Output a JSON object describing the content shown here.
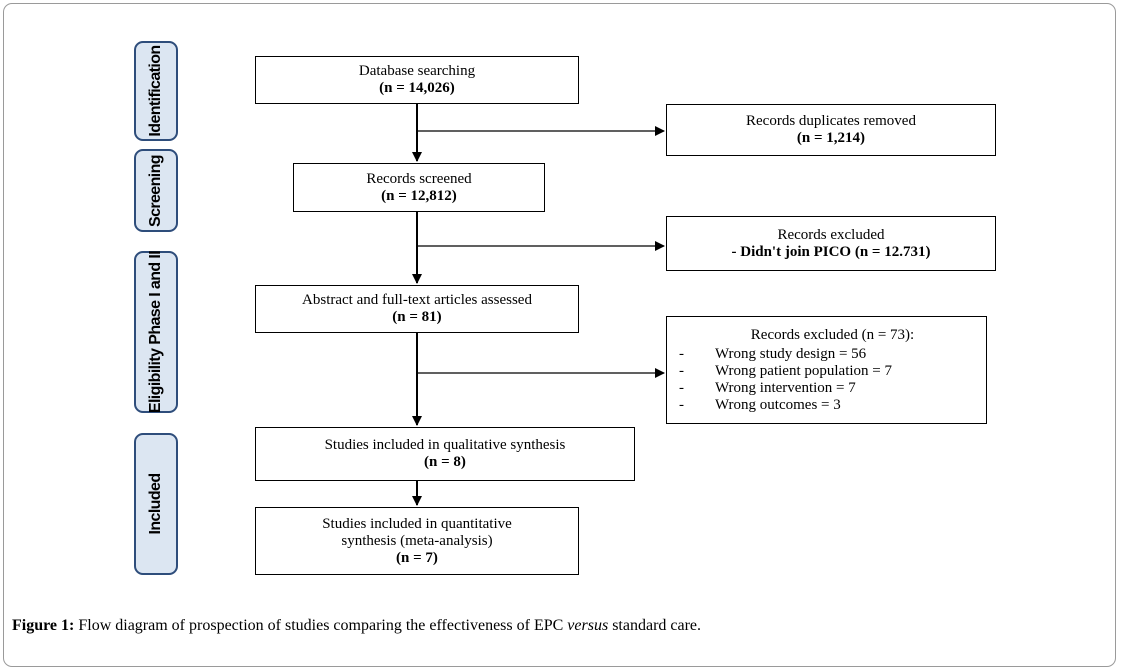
{
  "phases": {
    "identification": "Identification",
    "screening": "Screening",
    "eligibility": "Eligibility Phase I and II",
    "included": "Included"
  },
  "boxes": {
    "database": {
      "title": "Database searching",
      "count": "(n = 14,026)"
    },
    "duplicates": {
      "title": "Records duplicates removed",
      "count": "(n = 1,214)"
    },
    "screened": {
      "title": "Records screened",
      "count": "(n = 12,812)"
    },
    "excluded1": {
      "title": "Records excluded",
      "detail": "- Didn't join PICO (n = 12.731)"
    },
    "assessed": {
      "title": "Abstract and full-text articles assessed",
      "count": "(n = 81)"
    },
    "excluded2": {
      "title": "Records excluded (n = 73):",
      "items": [
        {
          "dash": "-",
          "text": "Wrong study design = 56"
        },
        {
          "dash": "-",
          "text": "Wrong patient population = 7"
        },
        {
          "dash": "-",
          "text": "Wrong intervention = 7"
        },
        {
          "dash": "-",
          "text": "Wrong outcomes = 3"
        }
      ]
    },
    "qualitative": {
      "title": "Studies included in qualitative synthesis",
      "count": "(n = 8)"
    },
    "quantitative": {
      "line1": "Studies included in quantitative",
      "line2": "synthesis (meta-analysis)",
      "count": "(n = 7)"
    }
  },
  "caption": {
    "label": "Figure 1:",
    "text_before": " Flow diagram of prospection of studies comparing the effectiveness of EPC ",
    "italic": "versus",
    "text_after": " standard care."
  }
}
